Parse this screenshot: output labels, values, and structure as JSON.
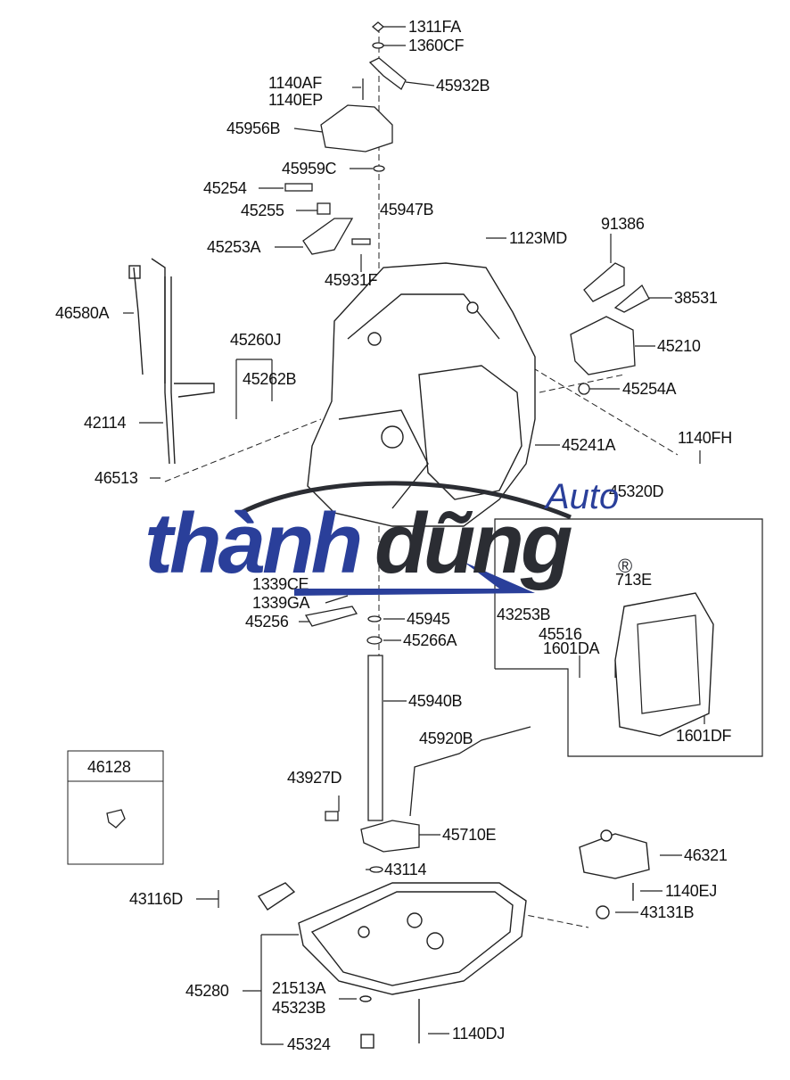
{
  "diagram": {
    "labels": [
      "1311FA",
      "1360CF",
      "45932B",
      "1140AF",
      "1140EP",
      "45956B",
      "45959C",
      "45254",
      "45255",
      "45947B",
      "1123MD",
      "91386",
      "45253A",
      "45931F",
      "38531",
      "46580A",
      "45260J",
      "45210",
      "45262B",
      "45254A",
      "42114",
      "45241A",
      "1140FH",
      "46513",
      "45320D",
      "1339CE",
      "1339GA",
      "713E",
      "43253B",
      "45256",
      "45945",
      "45266A",
      "45516",
      "1601DA",
      "45940B",
      "45920B",
      "1601DF",
      "46128",
      "43927D",
      "45710E",
      "46321",
      "43114",
      "43116D",
      "1140EJ",
      "43131B",
      "45280",
      "21513A",
      "45323B",
      "1140DJ",
      "45324"
    ]
  },
  "watermark": {
    "part1": "thành",
    "part2": "dũng",
    "sub": "Auto",
    "reg": "®",
    "color_blue": "#2a3f9a",
    "color_dark": "#2b2d33"
  }
}
